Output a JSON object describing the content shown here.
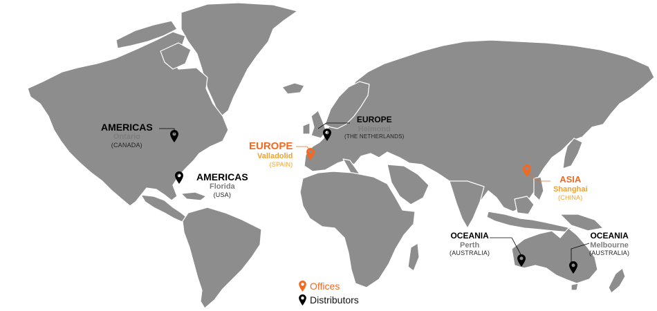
{
  "locations": {
    "americas_ontario": {
      "region": "AMERICAS",
      "city": "Ontario",
      "country": "(CANADA)",
      "type": "distributor"
    },
    "americas_florida": {
      "region": "AMERICAS",
      "city": "Florida",
      "country": "(USA)",
      "type": "distributor"
    },
    "europe_valladolid": {
      "region": "EUROPE",
      "city": "Valladolid",
      "country": "(SPAIN)",
      "type": "office"
    },
    "europe_helmond": {
      "region": "EUROPE",
      "city": "Helmond",
      "country": "(THE NETHERLANDS)",
      "type": "distributor"
    },
    "asia_shanghai": {
      "region": "ASIA",
      "city": "Shanghai",
      "country": "(CHINA)",
      "type": "office"
    },
    "oceania_perth": {
      "region": "OCEANIA",
      "city": "Perth",
      "country": "(AUSTRALIA)",
      "type": "distributor"
    },
    "oceania_melbourne": {
      "region": "OCEANIA",
      "city": "Melbourne",
      "country": "(AUSTRALIA)",
      "type": "distributor"
    }
  },
  "legend": {
    "offices": "Offices",
    "distributors": "Distributors"
  },
  "colors": {
    "land": "#8d8d8d",
    "office": "#f26a21",
    "office_secondary": "#f4a02c",
    "distributor": "#000000",
    "background": "#ffffff"
  },
  "icons": {
    "office_marker": "map-pin-icon",
    "distributor_marker": "map-pin-icon"
  }
}
